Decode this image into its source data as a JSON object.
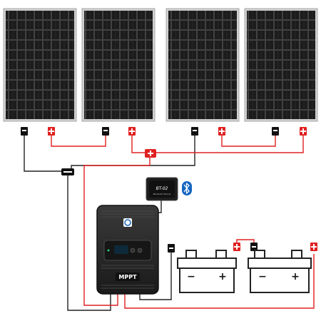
{
  "diagram": {
    "solar_panels": [
      {
        "id": "panel-1"
      },
      {
        "id": "panel-2"
      },
      {
        "id": "panel-3"
      },
      {
        "id": "panel-4"
      }
    ],
    "terminal_symbols": {
      "positive": "+",
      "negative": "−"
    },
    "bluetooth_module": {
      "label": "BT-02",
      "sublabel": "Bluetooth Module",
      "icon": "bluetooth-icon"
    },
    "controller": {
      "brand_label": "MPPT",
      "icon": "controller-logo-icon"
    },
    "batteries": [
      {
        "id": "battery-1",
        "neg_symbol": "−",
        "pos_symbol": "+"
      },
      {
        "id": "battery-2",
        "neg_symbol": "−",
        "pos_symbol": "+"
      }
    ],
    "colors": {
      "positive_wire": "#e02020",
      "negative_wire": "#222222",
      "panel_frame": "#c8c8c8",
      "panel_cell": "#1a1a1a",
      "controller_body": "#2a2a2a",
      "bluetooth_badge": "#1565c0"
    }
  }
}
